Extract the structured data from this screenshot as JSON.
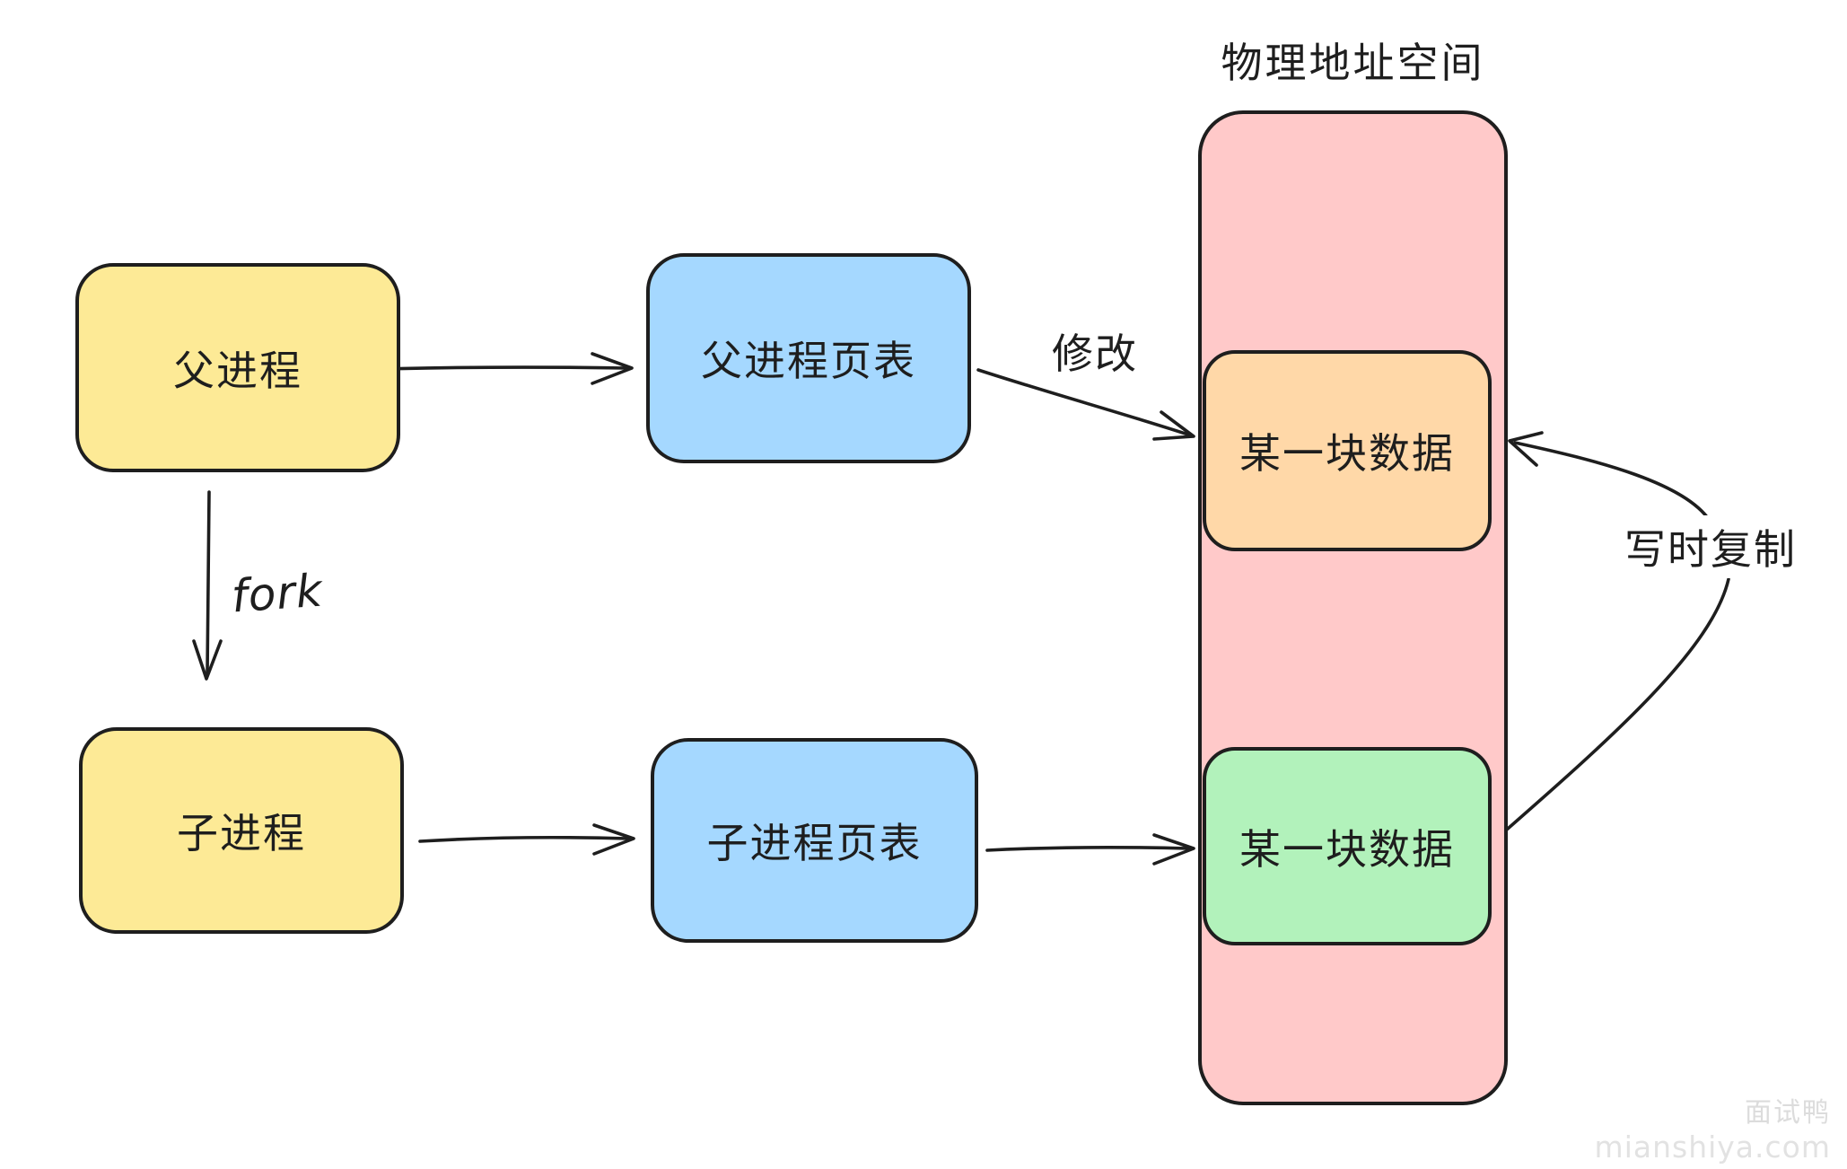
{
  "title": "物理地址空间",
  "nodes": {
    "parent_process": "父进程",
    "child_process": "子进程",
    "parent_page_table": "父进程页表",
    "child_page_table": "子进程页表",
    "data_block_modified": "某一块数据",
    "data_block_shared": "某一块数据"
  },
  "edge_labels": {
    "fork": "fork",
    "modify": "修改",
    "copy_on_write": "写时复制"
  },
  "watermark": {
    "name": "面试鸭",
    "site": "mianshiya.com"
  },
  "colors": {
    "process_fill": "#fdea96",
    "page_table_fill": "#a5d8ff",
    "physical_space_fill": "#ffc9c9",
    "modified_block_fill": "#ffd8a8",
    "shared_block_fill": "#b2f2bb",
    "stroke": "#1e1e1e"
  }
}
